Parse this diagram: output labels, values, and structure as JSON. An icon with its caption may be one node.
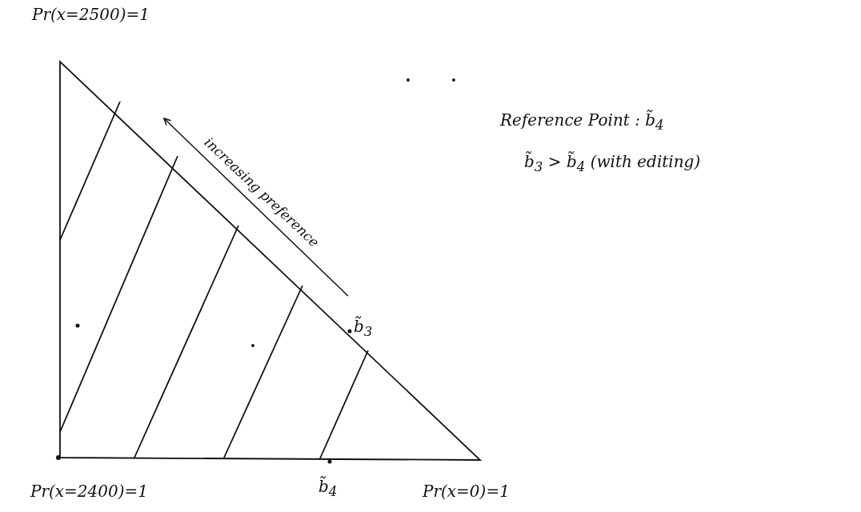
{
  "diagram": {
    "labels": [
      "Pr(x=2500)=1",
      "Reference Point : b̃$_{4}$",
      "b̃$_{3}$ > b̃$_{4}$ (with editing)",
      "increasing preference",
      "b̃$_{3}$",
      "Pr(x=2400)=1",
      "b̃$_{4}$",
      "Pr(x=0)=1"
    ]
  }
}
